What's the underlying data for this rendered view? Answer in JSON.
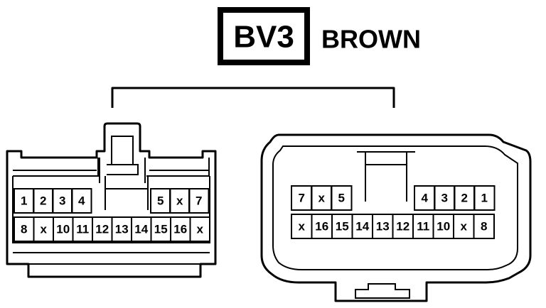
{
  "connector": {
    "id": "BV3",
    "color": "BROWN"
  },
  "left_connector": {
    "rows": [
      [
        "1",
        "2",
        "3",
        "4",
        "5",
        "x",
        "7"
      ],
      [
        "8",
        "x",
        "10",
        "11",
        "12",
        "13",
        "14",
        "15",
        "16",
        "x"
      ]
    ]
  },
  "right_connector": {
    "rows": [
      [
        "7",
        "x",
        "5",
        "4",
        "3",
        "2",
        "1"
      ],
      [
        "x",
        "16",
        "15",
        "14",
        "13",
        "12",
        "11",
        "10",
        "x",
        "8"
      ]
    ]
  }
}
